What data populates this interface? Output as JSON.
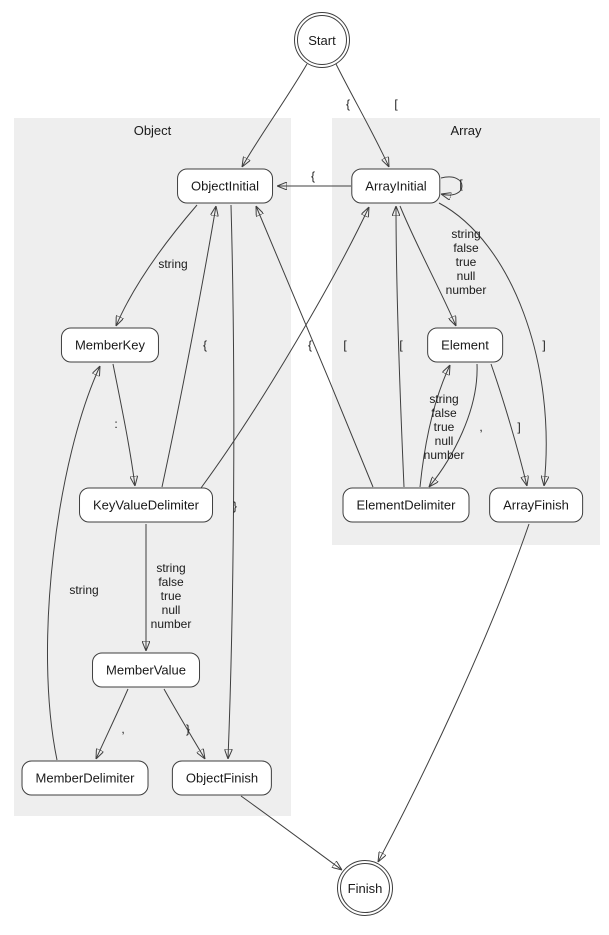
{
  "clusters": {
    "object": {
      "label": "Object"
    },
    "array": {
      "label": "Array"
    }
  },
  "nodes": {
    "start": "Start",
    "finish": "Finish",
    "object_initial": "ObjectInitial",
    "array_initial": "ArrayInitial",
    "member_key": "MemberKey",
    "key_value_delimiter": "KeyValueDelimiter",
    "member_value": "MemberValue",
    "member_delimiter": "MemberDelimiter",
    "object_finish": "ObjectFinish",
    "element": "Element",
    "element_delimiter": "ElementDelimiter",
    "array_finish": "ArrayFinish"
  },
  "edge_labels": {
    "start_to_objectinitial": "{",
    "start_to_arrayinitial": "[",
    "arrayinitial_to_objectinitial": "{",
    "arrayinitial_self": "[",
    "objectinitial_to_memberkey": "string",
    "arrayinitial_to_element": "string\nfalse\ntrue\nnull\nnumber",
    "memberkey_to_keyvaluedelimiter": ":",
    "keyvaluedelimiter_to_objectinitial": "{",
    "keyvaluedelimiter_to_arrayinitial": "[",
    "elementdelimiter_to_objectinitial": "{",
    "elementdelimiter_to_arrayinitial": "[",
    "keyvaluedelimiter_to_membervalue": "string\nfalse\ntrue\nnull\nnumber",
    "elementdelimiter_to_element": "string\nfalse\ntrue\nnull\nnumber",
    "element_to_elementdelimiter": ",",
    "element_to_arrayfinish": "]",
    "arrayinitial_to_arrayfinish": "]",
    "membervalue_to_memberdelimiter": ",",
    "membervalue_to_objectfinish": "}",
    "memberdelimiter_to_memberkey": "string",
    "objectinitial_to_objectfinish": "}"
  },
  "colors": {
    "cluster_bg": "#eeeeee",
    "node_border": "#3f3f3f",
    "edge": "#3f3f3f",
    "background": "#ffffff"
  }
}
